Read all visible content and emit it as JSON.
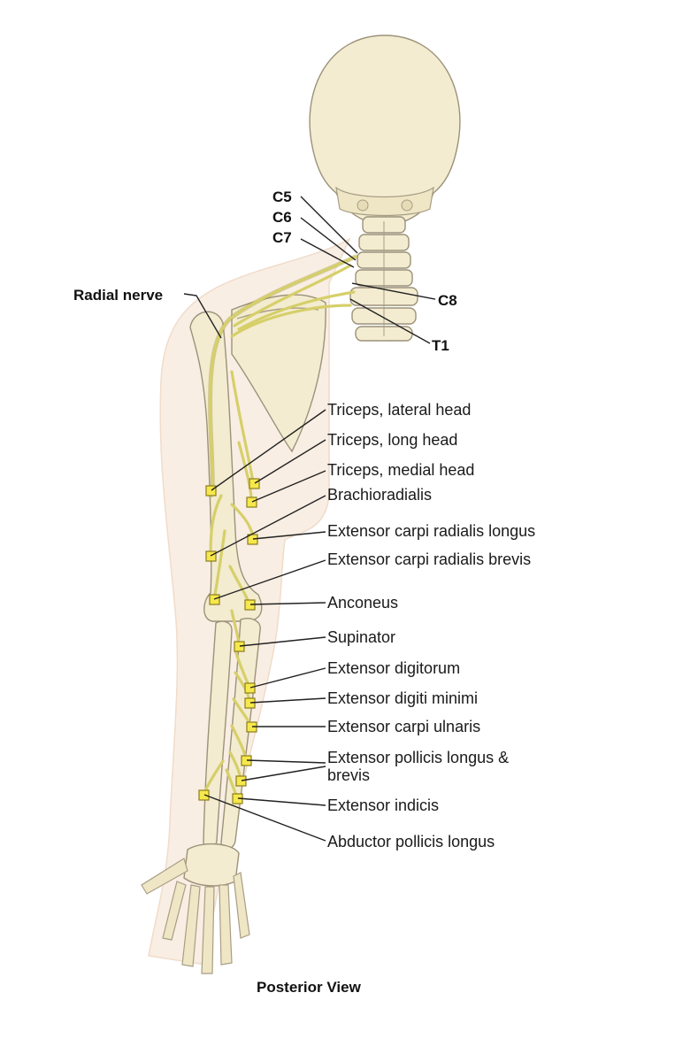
{
  "spinal_labels": {
    "c5": "C5",
    "c6": "C6",
    "c7": "C7",
    "c8": "C8",
    "t1": "T1"
  },
  "nerve_label": "Radial nerve",
  "muscles": {
    "triceps_lateral": "Triceps, lateral head",
    "triceps_long": "Triceps, long head",
    "triceps_medial": "Triceps, medial head",
    "brachioradialis": "Brachioradialis",
    "ecr_longus": "Extensor carpi radialis longus",
    "ecr_brevis": "Extensor carpi radialis brevis",
    "anconeus": "Anconeus",
    "supinator": "Supinator",
    "ext_digitorum": "Extensor digitorum",
    "ext_digiti_minimi": "Extensor digiti minimi",
    "ext_carpi_ulnaris": "Extensor carpi ulnaris",
    "epl_line1": "Extensor pollicis longus &",
    "epl_line2": "brevis",
    "ext_indicis": "Extensor indicis",
    "abd_pollicis_longus": "Abductor pollicis longus"
  },
  "view_label": "Posterior View",
  "colors": {
    "skin": "#f9eee3",
    "bone": "#f3ecd0",
    "nerve": "#d6cf6a",
    "marker": "#f6e84a"
  }
}
